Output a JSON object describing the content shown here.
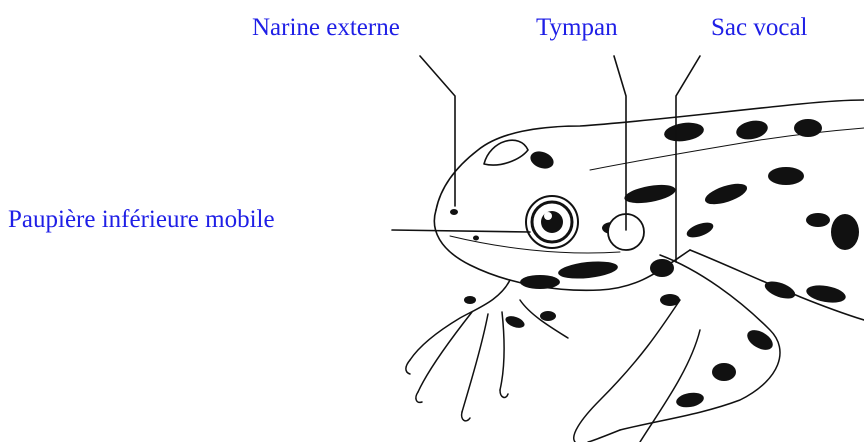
{
  "colors": {
    "label_text": "#1f1fe6",
    "ink": "#111111",
    "paper": "#ffffff"
  },
  "labels": {
    "narine_externe": "Narine externe",
    "tympan": "Tympan",
    "sac_vocal": "Sac vocal",
    "paupiere_inferieure_mobile": "Paupière inférieure mobile"
  }
}
